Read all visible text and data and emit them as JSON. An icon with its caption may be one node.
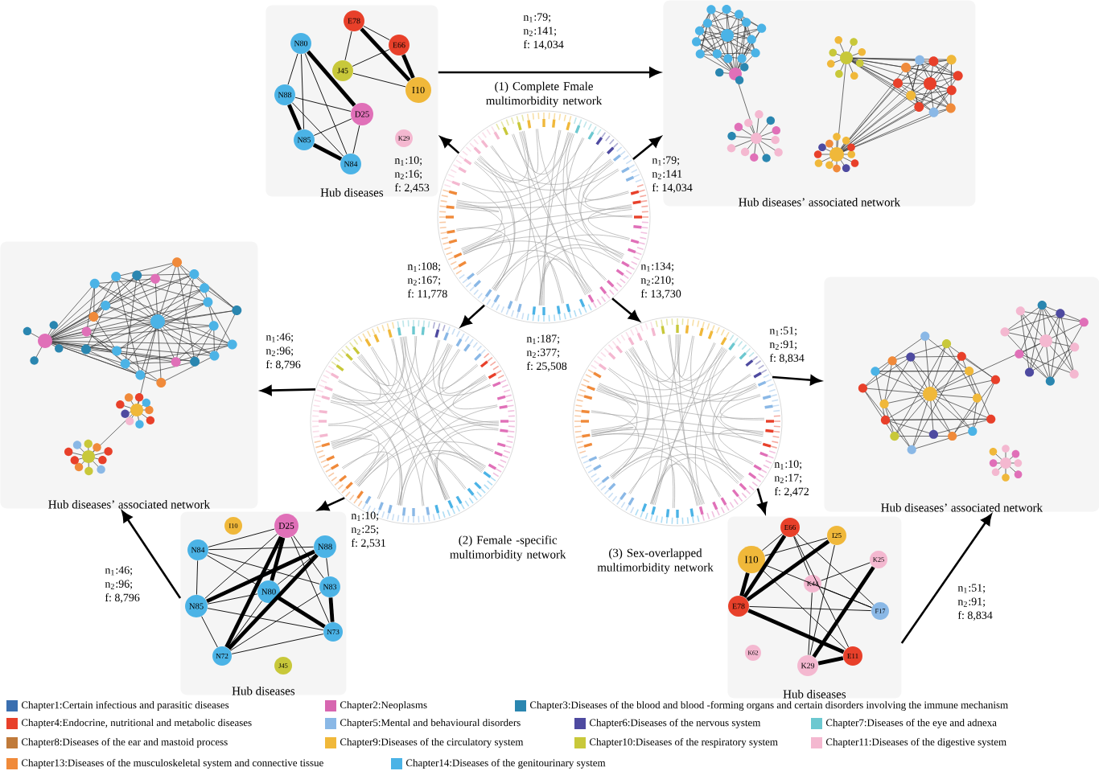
{
  "diagram": {
    "nodes": [
      {
        "text": [
          "(1) Complete Fmale multimorbidity network"
        ]
      },
      {
        "text": [
          "Hub diseases"
        ]
      },
      {
        "text": [
          "E78"
        ],
        "in": 1
      },
      {
        "text": [
          "E66"
        ],
        "in": 1
      },
      {
        "text": [
          "J45"
        ],
        "in": 1
      },
      {
        "text": [
          "I10"
        ],
        "in": 1
      },
      {
        "text": [
          "N80"
        ],
        "in": 1
      },
      {
        "text": [
          "N88"
        ],
        "in": 1
      },
      {
        "text": [
          "D25"
        ],
        "in": 1
      },
      {
        "text": [
          "N85"
        ],
        "in": 1
      },
      {
        "text": [
          "N84"
        ],
        "in": 1
      },
      {
        "text": [
          "K29"
        ],
        "in": 1
      },
      {
        "text": [
          "Hub diseases’ associated network"
        ]
      },
      {
        "text": [
          "(2) Female -specific multimorbidity network"
        ]
      },
      {
        "text": [
          "(3) Sex-overlapped multimorbidity network"
        ]
      },
      {
        "text": [
          "Hub diseases’ associated network"
        ]
      },
      {
        "text": [
          "Hub diseases"
        ]
      },
      {
        "text": [
          "I10"
        ],
        "in": 16
      },
      {
        "text": [
          "D25"
        ],
        "in": 16
      },
      {
        "text": [
          "N84"
        ],
        "in": 16
      },
      {
        "text": [
          "N88"
        ],
        "in": 16
      },
      {
        "text": [
          "N80"
        ],
        "in": 16
      },
      {
        "text": [
          "N83"
        ],
        "in": 16
      },
      {
        "text": [
          "N85"
        ],
        "in": 16
      },
      {
        "text": [
          "N73"
        ],
        "in": 16
      },
      {
        "text": [
          "N72"
        ],
        "in": 16
      },
      {
        "text": [
          "J45"
        ],
        "in": 16
      },
      {
        "text": [
          "Hub diseases’ associated network"
        ]
      },
      {
        "text": [
          "Hub diseases"
        ]
      },
      {
        "text": [
          "E66"
        ],
        "in": 28
      },
      {
        "text": [
          "I25"
        ],
        "in": 28
      },
      {
        "text": [
          "I10"
        ],
        "in": 28
      },
      {
        "text": [
          "K25"
        ],
        "in": 28
      },
      {
        "text": [
          "K44"
        ],
        "in": 28
      },
      {
        "text": [
          "E78"
        ],
        "in": 28
      },
      {
        "text": [
          "F17"
        ],
        "in": 28
      },
      {
        "text": [
          "E11"
        ],
        "in": 28
      },
      {
        "text": [
          "K62"
        ],
        "in": 28
      },
      {
        "text": [
          "K29"
        ],
        "in": 28
      }
    ],
    "edges": [
      {
        "from": 1,
        "to": 12,
        "arrow": "to",
        "label": "n$_{1}$:79; n$_{2}$:141; f: 14,034"
      },
      {
        "from": 0,
        "to": 12,
        "arrow": "to",
        "label": "n$_{1}$:79; n$_{2}$:141 f: 14,034"
      },
      {
        "from": 0,
        "to": 1,
        "arrow": "to",
        "label": "n$_{1}$:10; n$_{2}$:16; f: 2,453"
      },
      {
        "from": 0,
        "to": 13,
        "arrow": "to",
        "label": "n$_{1}$:108; n$_{2}$:167; f: 11,778"
      },
      {
        "from": 0,
        "to": 14,
        "arrow": "to",
        "label": "n$_{1}$:134; n$_{2}$:210; f: 13,730"
      },
      {
        "from": 13,
        "to": 15,
        "arrow": "to",
        "label": "n$_{1}$:46; n$_{2}$:96; f: 8,796"
      },
      {
        "from": 13,
        "to": 16,
        "arrow": "to",
        "label": "n$_{1}$:10; n$_{2}$:25; f: 2,531"
      },
      {
        "from": 16,
        "to": 15,
        "arrow": "to",
        "label": "n$_{1}$:46; n$_{2}$:96; f: 8,796"
      },
      {
        "from": 14,
        "to": 27,
        "arrow": "to",
        "label": "n$_{1}$:51; n$_{2}$:91; f: 8,834"
      },
      {
        "from": 14,
        "to": 28,
        "arrow": "to",
        "label": "n$_{1}$:10; n$_{2}$:17; f: 2,472"
      },
      {
        "from": 28,
        "to": 27,
        "arrow": "to",
        "label": "n$_{1}$:51; n$_{2}$:91; f: 8,834"
      },
      {
        "from": 2,
        "to": 3,
        "arrow": "none"
      },
      {
        "from": 2,
        "to": 5,
        "arrow": "none",
        "style": "thick"
      },
      {
        "from": 3,
        "to": 5,
        "arrow": "none",
        "style": "thick"
      },
      {
        "from": 2,
        "to": 4,
        "arrow": "none"
      },
      {
        "from": 4,
        "to": 3,
        "arrow": "none"
      },
      {
        "from": 4,
        "to": 5,
        "arrow": "none"
      },
      {
        "from": 6,
        "to": 7,
        "arrow": "none"
      },
      {
        "from": 6,
        "to": 9,
        "arrow": "none"
      },
      {
        "from": 6,
        "to": 8,
        "arrow": "none",
        "style": "thick"
      },
      {
        "from": 6,
        "to": 10,
        "arrow": "none"
      },
      {
        "from": 7,
        "to": 8,
        "arrow": "none"
      },
      {
        "from": 7,
        "to": 9,
        "arrow": "none",
        "style": "thick"
      },
      {
        "from": 7,
        "to": 10,
        "arrow": "none"
      },
      {
        "from": 9,
        "to": 8,
        "arrow": "none"
      },
      {
        "from": 9,
        "to": 10,
        "arrow": "none",
        "style": "thick"
      },
      {
        "from": 8,
        "to": 10,
        "arrow": "none"
      },
      {
        "from": 19,
        "to": 18,
        "arrow": "none"
      },
      {
        "from": 19,
        "to": 20,
        "arrow": "none"
      },
      {
        "from": 19,
        "to": 23,
        "arrow": "none"
      },
      {
        "from": 19,
        "to": 21,
        "arrow": "none"
      },
      {
        "from": 19,
        "to": 22,
        "arrow": "none"
      },
      {
        "from": 18,
        "to": 21,
        "arrow": "none",
        "style": "thick"
      },
      {
        "from": 18,
        "to": 23,
        "arrow": "none"
      },
      {
        "from": 18,
        "to": 22,
        "arrow": "none"
      },
      {
        "from": 18,
        "to": 24,
        "arrow": "none"
      },
      {
        "from": 18,
        "to": 25,
        "arrow": "none",
        "style": "thick"
      },
      {
        "from": 20,
        "to": 23,
        "arrow": "none",
        "style": "thick"
      },
      {
        "from": 20,
        "to": 21,
        "arrow": "none"
      },
      {
        "from": 20,
        "to": 22,
        "arrow": "none"
      },
      {
        "from": 20,
        "to": 25,
        "arrow": "none",
        "style": "thick"
      },
      {
        "from": 21,
        "to": 23,
        "arrow": "none"
      },
      {
        "from": 21,
        "to": 24,
        "arrow": "none",
        "style": "thick"
      },
      {
        "from": 21,
        "to": 25,
        "arrow": "none"
      },
      {
        "from": 22,
        "to": 24,
        "arrow": "none",
        "style": "thick"
      },
      {
        "from": 22,
        "to": 25,
        "arrow": "none"
      },
      {
        "from": 23,
        "to": 25,
        "arrow": "none"
      },
      {
        "from": 23,
        "to": 24,
        "arrow": "none"
      },
      {
        "from": 25,
        "to": 24,
        "arrow": "none"
      },
      {
        "from": 29,
        "to": 31,
        "arrow": "none"
      },
      {
        "from": 29,
        "to": 34,
        "arrow": "none",
        "style": "thick"
      },
      {
        "from": 29,
        "to": 33,
        "arrow": "none"
      },
      {
        "from": 29,
        "to": 36,
        "arrow": "none"
      },
      {
        "from": 29,
        "to": 35,
        "arrow": "none"
      },
      {
        "from": 30,
        "to": 34,
        "arrow": "none",
        "style": "thick"
      },
      {
        "from": 30,
        "to": 31,
        "arrow": "none"
      },
      {
        "from": 30,
        "to": 38,
        "arrow": "none"
      },
      {
        "from": 31,
        "to": 34,
        "arrow": "none",
        "style": "thick"
      },
      {
        "from": 31,
        "to": 36,
        "arrow": "none"
      },
      {
        "from": 31,
        "to": 35,
        "arrow": "none"
      },
      {
        "from": 32,
        "to": 33,
        "arrow": "none"
      },
      {
        "from": 32,
        "to": 38,
        "arrow": "none",
        "style": "thick"
      },
      {
        "from": 33,
        "to": 35,
        "arrow": "none"
      },
      {
        "from": 33,
        "to": 38,
        "arrow": "none"
      },
      {
        "from": 34,
        "to": 35,
        "arrow": "none"
      },
      {
        "from": 34,
        "to": 36,
        "arrow": "none",
        "style": "thick"
      },
      {
        "from": 36,
        "to": 38,
        "arrow": "none",
        "style": "thick"
      }
    ],
    "labels": [
      "n$_{1}$:187; n$_{2}$:377; f: 25,508"
    ],
    "legend": [
      {
        "text": "Chapter1:Certain infectious and parasitic diseases",
        "color": "#3a6fb0"
      },
      {
        "text": "Chapter2:Neoplasms",
        "color": "#d766b0"
      },
      {
        "text": "Chapter3:Diseases of the blood and blood -forming organs and certain disorders involving the immune mechanism",
        "color": "#2a86b0"
      },
      {
        "text": "Chapter4:Endocrine, nutritional and metabolic diseases",
        "color": "#e8402a"
      },
      {
        "text": "Chapter5:Mental and behavioural disorders",
        "color": "#8ab8e6"
      },
      {
        "text": "Chapter6:Diseases of the nervous system",
        "color": "#4e4aa0"
      },
      {
        "text": "Chapter7:Diseases of the eye and adnexa",
        "color": "#6cc8d0"
      },
      {
        "text": "Chapter8:Diseases of the ear and mastoid process",
        "color": "#c07a3a"
      },
      {
        "text": "Chapter9:Diseases of the circulatory system",
        "color": "#f0b83a"
      },
      {
        "text": "Chapter10:Diseases of the respiratory system",
        "color": "#c8c83a"
      },
      {
        "text": "Chapter11:Diseases of the digestive system",
        "color": "#f4b8d0"
      },
      {
        "text": "Chapter13:Diseases of the musculoskeletal system and connective tissue",
        "color": "#f08a3a"
      },
      {
        "text": "Chapter14:Diseases of the genitourinary system",
        "color": "#4bb3e6"
      }
    ]
  }
}
